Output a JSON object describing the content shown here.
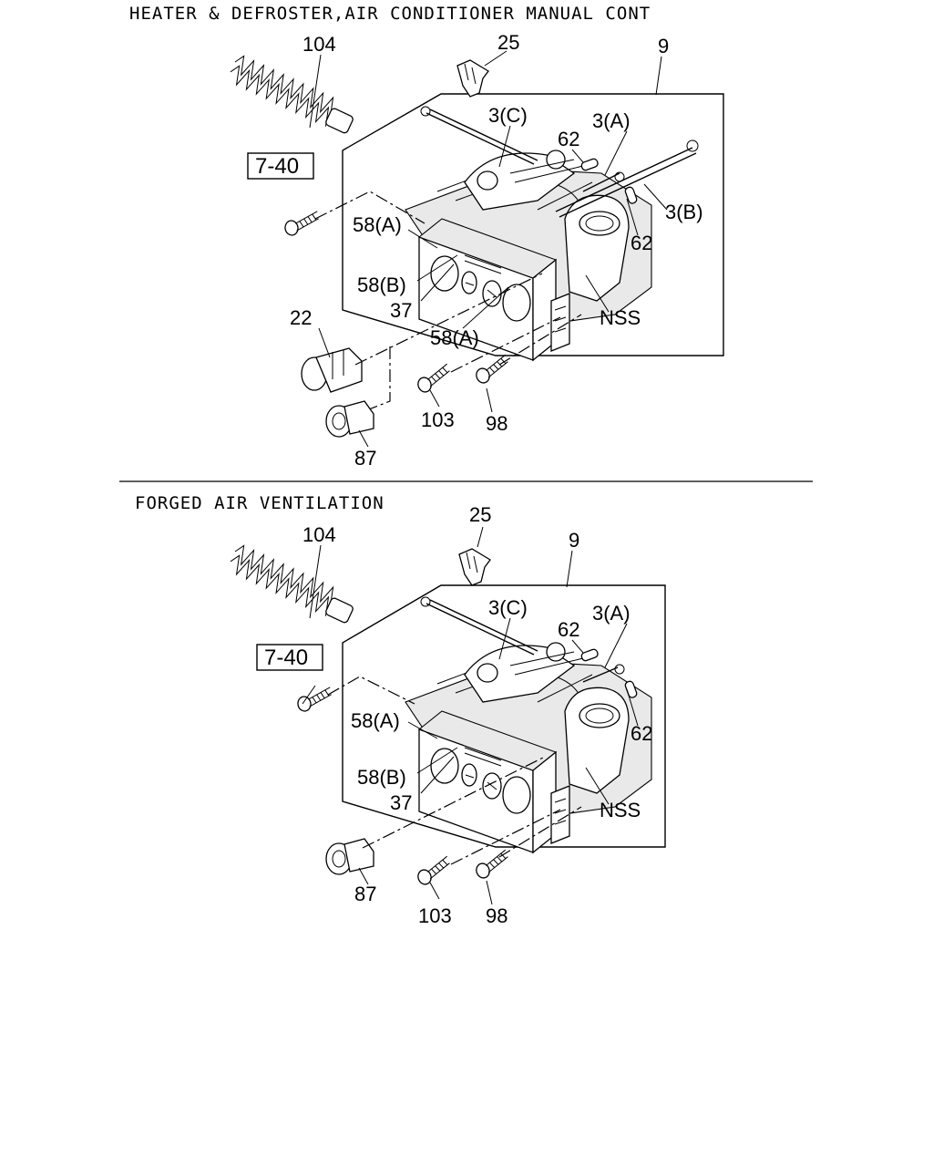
{
  "sections": [
    {
      "title": "HEATER & DEFROSTER,AIR CONDITIONER MANUAL CONT",
      "labels": {
        "p104": "104",
        "p25": "25",
        "p9": "9",
        "p3c": "3(C)",
        "p3a": "3(A)",
        "p62a": "62",
        "p3b": "3(B)",
        "p62b": "62",
        "ref": "7-40",
        "p58a1": "58(A)",
        "p58b": "58(B)",
        "p37": "37",
        "p58a2": "58(A)",
        "nss": "NSS",
        "p22": "22",
        "p103": "103",
        "p98": "98",
        "p87": "87"
      }
    },
    {
      "title": "FORGED AIR VENTILATION",
      "labels": {
        "p104": "104",
        "p25": "25",
        "p9": "9",
        "p3c": "3(C)",
        "p3a": "3(A)",
        "p62a": "62",
        "p62b": "62",
        "ref": "7-40",
        "p58a1": "58(A)",
        "p58b": "58(B)",
        "p37": "37",
        "nss": "NSS",
        "p87": "87",
        "p103": "103",
        "p98": "98"
      }
    }
  ]
}
